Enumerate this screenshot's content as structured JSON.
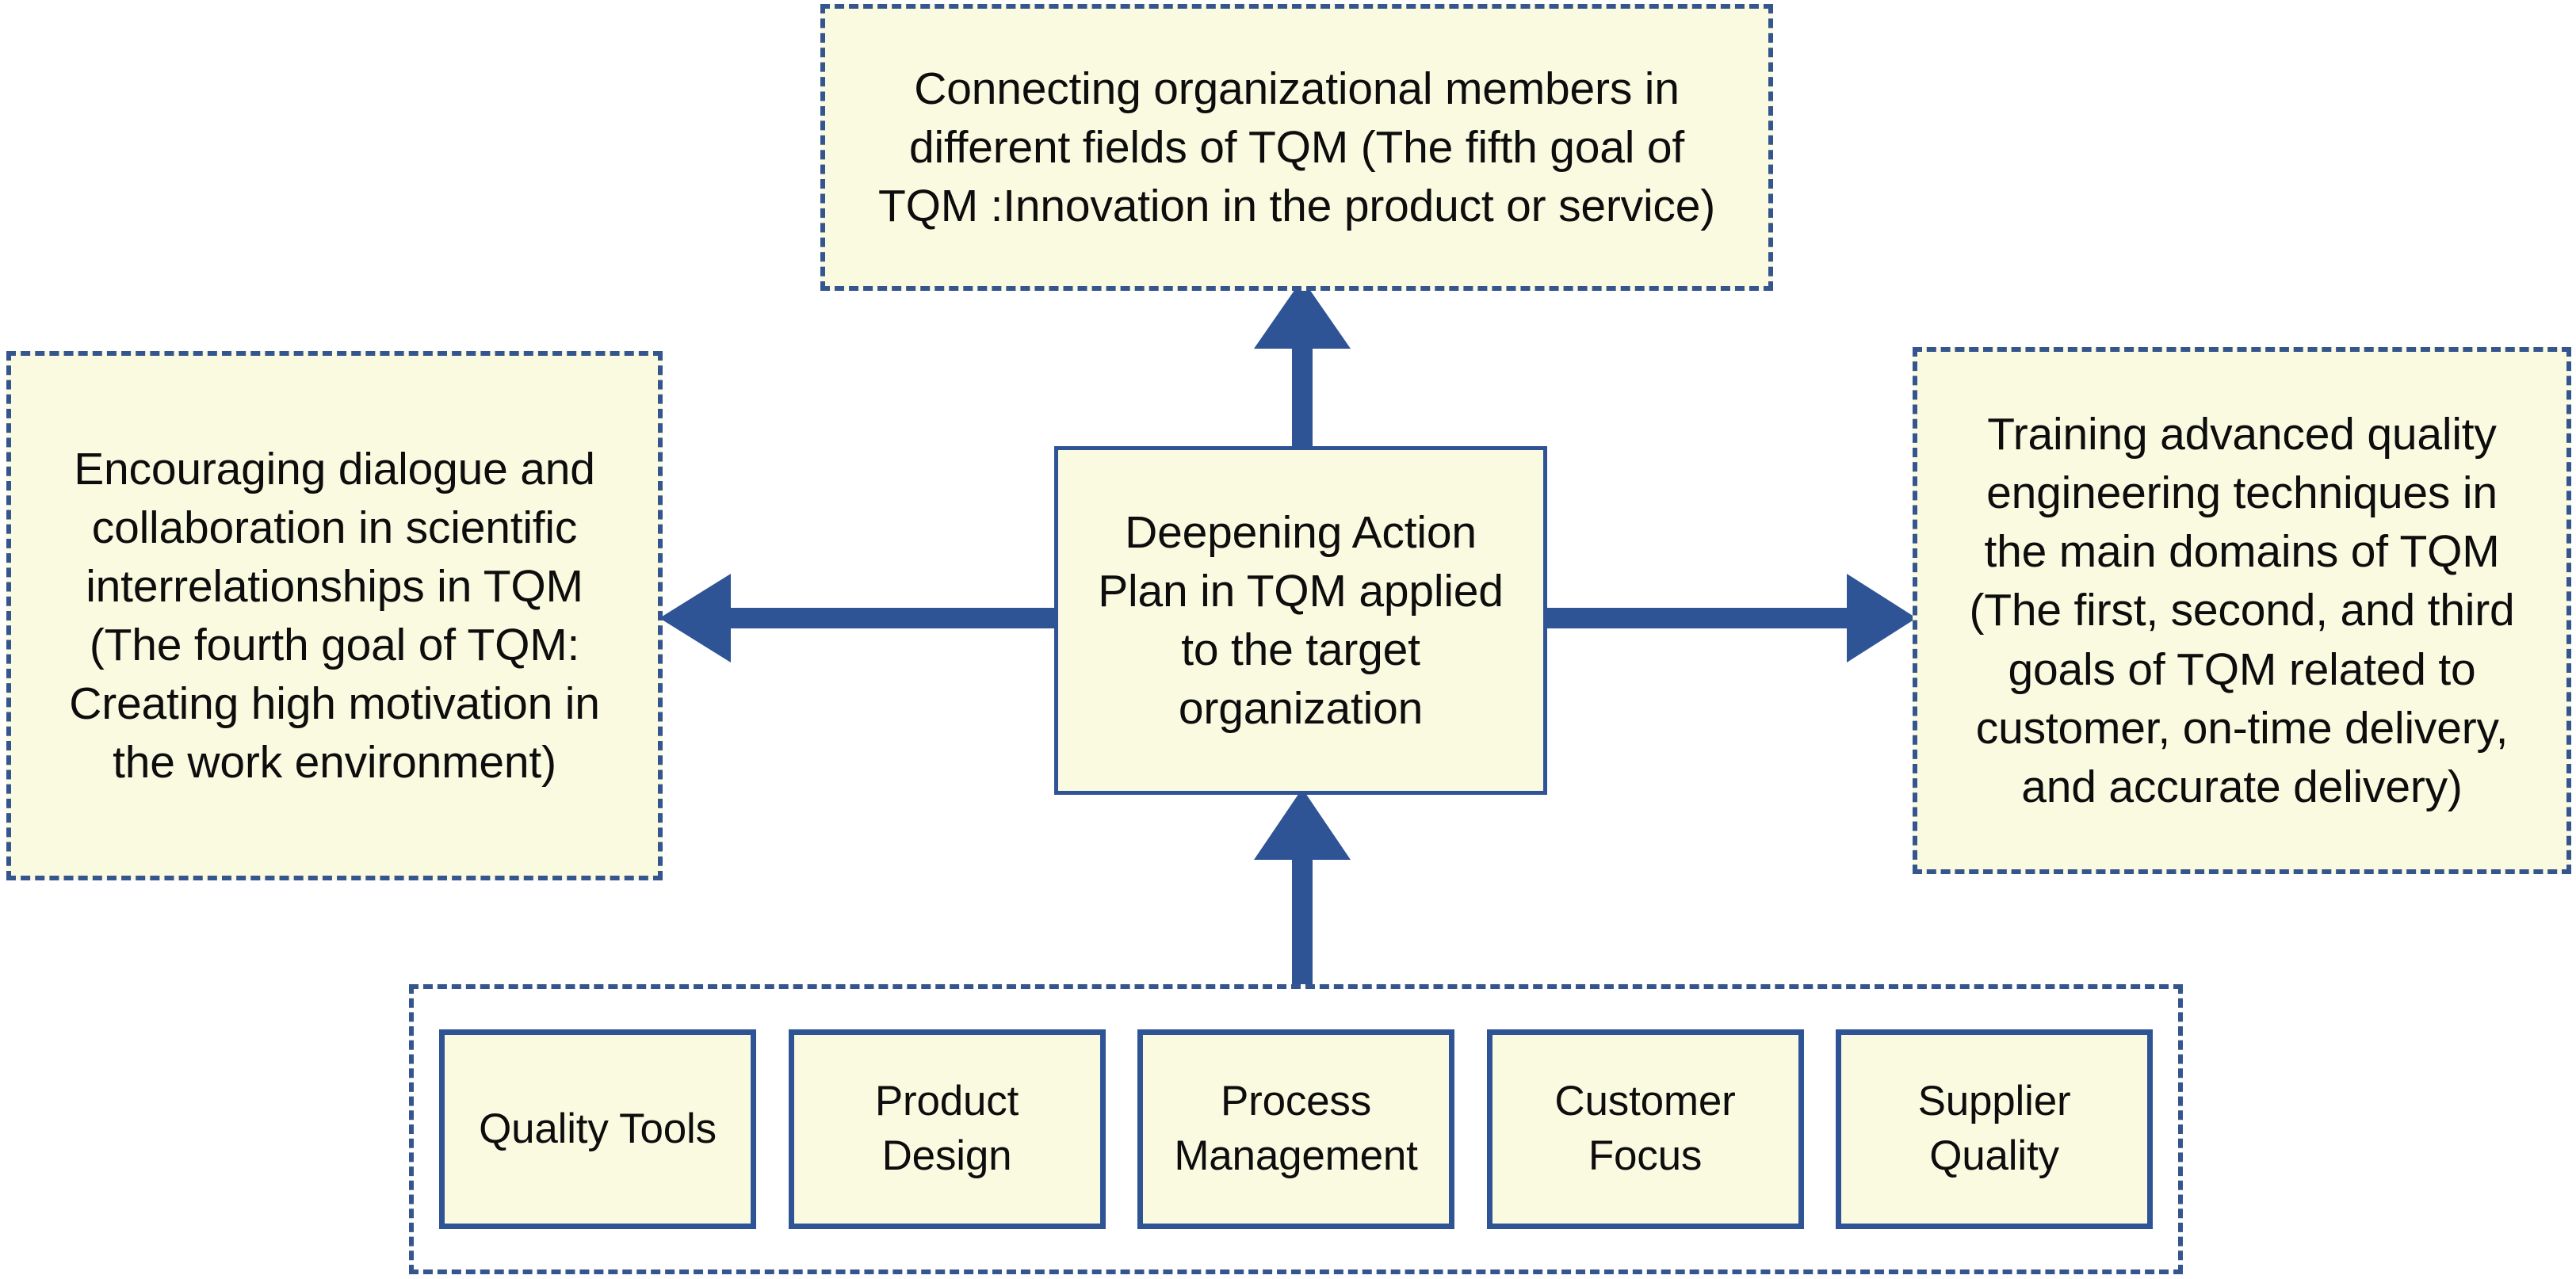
{
  "diagram": {
    "title": "Deepening Action Plan in TQM applied to the target organization",
    "palette": {
      "node_fill": "#FAFAE1",
      "border_blue": "#35558F",
      "arrow_blue": "#2E5496",
      "text": "#0D0D0D",
      "background": "#FFFFFF"
    },
    "center": {
      "id": "deepening-action-plan",
      "text": "Deepening Action\nPlan in TQM applied\nto the target\norganization",
      "border_style": "solid"
    },
    "top": {
      "id": "connecting-members",
      "text": "Connecting organizational members in\ndifferent fields of TQM (The fifth goal of\nTQM :Innovation in the product or service)",
      "border_style": "dashed"
    },
    "left": {
      "id": "encouraging-dialogue",
      "text": "Encouraging dialogue and\ncollaboration in scientific\ninterrelationships in TQM\n(The fourth goal of TQM:\nCreating high motivation in\nthe work environment)",
      "border_style": "dashed"
    },
    "right": {
      "id": "training-advanced-quality",
      "text": "Training advanced quality\nengineering techniques in\nthe main domains of TQM\n(The first, second, and third\ngoals of TQM related to\ncustomer, on-time delivery,\nand accurate delivery)",
      "border_style": "dashed"
    },
    "bottom_group": {
      "id": "tqm-practices",
      "border_style": "dashed",
      "items": [
        {
          "id": "quality-tools",
          "label": "Quality Tools"
        },
        {
          "id": "product-design",
          "label": "Product\nDesign"
        },
        {
          "id": "process-management",
          "label": "Process\nManagement"
        },
        {
          "id": "customer-focus",
          "label": "Customer\nFocus"
        },
        {
          "id": "supplier-quality",
          "label": "Supplier\nQuality"
        }
      ]
    },
    "arrows": [
      {
        "id": "arrow-center-to-top",
        "from": "center",
        "to": "top",
        "direction": "up",
        "icon": "arrow-up-icon"
      },
      {
        "id": "arrow-center-to-left",
        "from": "center",
        "to": "left",
        "direction": "left",
        "icon": "arrow-left-icon"
      },
      {
        "id": "arrow-center-to-right",
        "from": "center",
        "to": "right",
        "direction": "right",
        "icon": "arrow-right-icon"
      },
      {
        "id": "arrow-bottom-to-center",
        "from": "bottom_group",
        "to": "center",
        "direction": "up",
        "icon": "arrow-up-icon"
      }
    ]
  }
}
